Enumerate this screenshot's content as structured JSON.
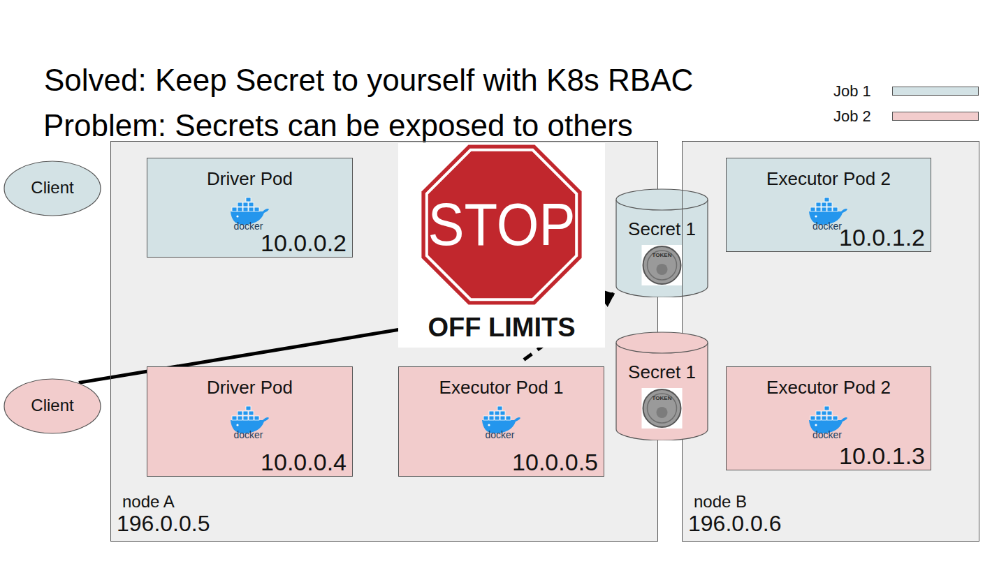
{
  "diagram": {
    "title": "Solved: Keep Secret to yourself with K8s RBAC",
    "nodes": [
      {
        "text": [
          "Client"
        ]
      },
      {
        "text": [
          "node A",
          "196.0.0.5"
        ]
      },
      {
        "text": [
          "Driver Pod",
          "10.0.0.2"
        ],
        "in": 1
      },
      {
        "text": [
          "Secret 1"
        ]
      },
      {
        "text": [
          "node B",
          "196.0.0.6"
        ]
      },
      {
        "text": [
          "Executor Pod 2",
          "10.0.1.2"
        ],
        "in": 4
      },
      {
        "text": [
          "Client"
        ]
      },
      {
        "text": [
          "Driver Pod",
          "10.0.0.4"
        ],
        "in": 1
      },
      {
        "text": [
          "Executor Pod 1",
          "10.0.0.5"
        ],
        "in": 1
      },
      {
        "text": [
          "Secret 1"
        ]
      },
      {
        "text": [
          "Executor Pod 2",
          "10.0.1.3"
        ],
        "in": 4
      }
    ],
    "edges": [
      {
        "from": 6,
        "to": 3,
        "arrow": "to"
      },
      {
        "from": 8,
        "to": 3,
        "arrow": "to"
      }
    ],
    "labels": [
      "Problem: Secrets can be exposed to others",
      "STOP",
      "OFF LIMITS",
      "docker",
      "docker",
      "docker",
      "docker",
      "docker",
      "TOKEN",
      "TOKEN"
    ],
    "legend": [
      {
        "text": "Job 1",
        "color": "#d3e2e5"
      },
      {
        "text": "Job 2",
        "color": "#f2cccc"
      }
    ]
  }
}
